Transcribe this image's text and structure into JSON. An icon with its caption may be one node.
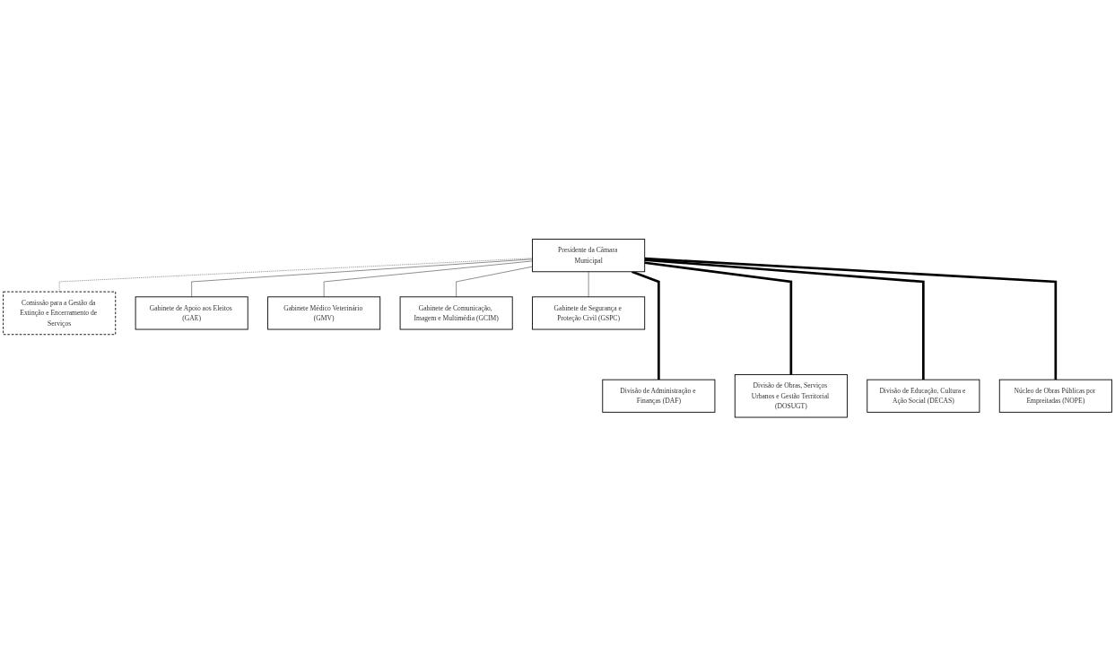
{
  "diagram": {
    "nodes": [
      {
        "text": [
          "Presidente da Câmara Municipal"
        ]
      },
      {
        "text": [
          "Comissão para a Gestão da Extinção e Encerramento de Serviços"
        ]
      },
      {
        "text": [
          "Gabinete de Apoio aos Eleitos (GAE)"
        ]
      },
      {
        "text": [
          "Gabinete Médico Veterinário (GMV)"
        ]
      },
      {
        "text": [
          "Gabinete de Comunicação, Imagem e Multimédia (GCIM)"
        ]
      },
      {
        "text": [
          "Gabinete de Segurança e Proteção Civil (GSPC)"
        ]
      },
      {
        "text": [
          "Divisão de Administração e Finanças (DAF)"
        ]
      },
      {
        "text": [
          "Divisão de Obras, Serviços Urbanos e Gestão Territorial (DOSUGT)"
        ]
      },
      {
        "text": [
          "Divisão de Educação, Cultura e Ação Social (DECAS)"
        ]
      },
      {
        "text": [
          "Núcleo de Obras Públicas por Empreitadas (NOPE)"
        ]
      }
    ],
    "edges": [
      {
        "from": 0,
        "to": 1,
        "arrow": "none",
        "style": "dashed"
      },
      {
        "from": 0,
        "to": 2,
        "arrow": "none"
      },
      {
        "from": 0,
        "to": 3,
        "arrow": "none"
      },
      {
        "from": 0,
        "to": 4,
        "arrow": "none"
      },
      {
        "from": 0,
        "to": 5,
        "arrow": "none"
      },
      {
        "from": 0,
        "to": 6,
        "arrow": "none",
        "style": "thick"
      },
      {
        "from": 0,
        "to": 7,
        "arrow": "none",
        "style": "thick"
      },
      {
        "from": 0,
        "to": 8,
        "arrow": "none",
        "style": "thick"
      },
      {
        "from": 0,
        "to": 9,
        "arrow": "none",
        "style": "thick"
      }
    ]
  }
}
